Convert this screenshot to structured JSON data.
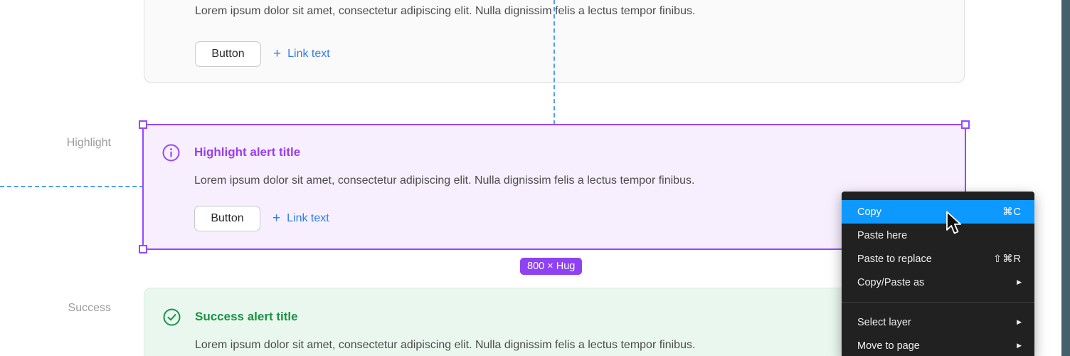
{
  "colors": {
    "selection_purple": "#9747FF",
    "highlight_title_purple": "#9B3CF0",
    "highlight_bg": "#F8EFFE",
    "success_title_green": "#179443",
    "success_bg": "#EAF7EF",
    "link_blue": "#2E7CF2",
    "menu_bg": "#212121",
    "menu_highlight_blue": "#0D99FF",
    "badge_purple": "#8E42F2",
    "guide_blue": "#4F9FF8",
    "panel_edge_slate": "#45606B"
  },
  "icons": {
    "info": "i",
    "check": "✓",
    "plus": "+",
    "submenu_arrow": "▶"
  },
  "top_alert": {
    "body": "Lorem ipsum dolor sit amet, consectetur adipiscing elit. Nulla dignissim felis a lectus tempor finibus.",
    "button_label": "Button",
    "link_label": "Link text"
  },
  "highlight_alert": {
    "section_label": "Highlight",
    "title": "Highlight alert title",
    "body": "Lorem ipsum dolor sit amet, consectetur adipiscing elit. Nulla dignissim felis a lectus tempor finibus.",
    "button_label": "Button",
    "link_label": "Link text",
    "size_badge": "800 × Hug"
  },
  "success_alert": {
    "section_label": "Success",
    "title": "Success alert title",
    "body": "Lorem ipsum dolor sit amet, consectetur adipiscing elit. Nulla dignissim felis a lectus tempor finibus."
  },
  "context_menu": {
    "items": [
      {
        "label": "Copy",
        "shortcut": "⌘C",
        "highlighted": true
      },
      {
        "label": "Paste here",
        "shortcut": ""
      },
      {
        "label": "Paste to replace",
        "shortcut": "⇧⌘R"
      },
      {
        "label": "Copy/Paste as",
        "submenu": true
      },
      {
        "label": "Select layer",
        "submenu": true
      },
      {
        "label": "Move to page",
        "submenu": true
      }
    ]
  }
}
